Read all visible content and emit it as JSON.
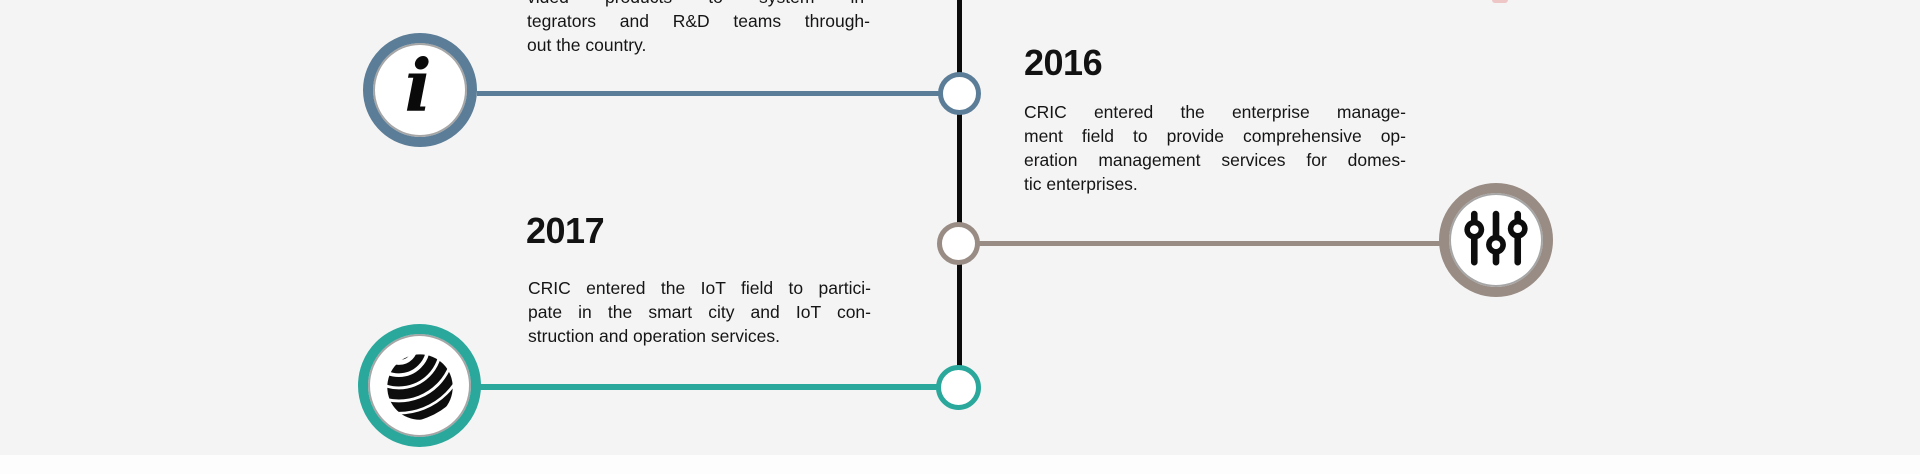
{
  "page": {
    "background": "#f5f4f4",
    "bottom_strip_color": "#fdfdfd",
    "description": "Company history timeline section with central vertical spine, circular year nodes and milestone icons"
  },
  "colors": {
    "steel": "#5b7d97",
    "taupe": "#998c84",
    "teal": "#2aa89c",
    "black": "#0b0b0b",
    "text": "#151515",
    "pink": "#eec6c5"
  },
  "timeline": {
    "top_event": {
      "side": "left",
      "paragraph_lines": [
        "vided products to system in-",
        "tegrators and R&D teams through-",
        "out the country."
      ],
      "note_first_line_clipped_at_top": true,
      "icon": "info-icon",
      "accent": "#5b7d97"
    },
    "event_2016": {
      "year": "2016",
      "side": "right",
      "paragraph_lines": [
        "CRIC entered the enterprise manage-",
        "ment field to provide comprehensive op-",
        "eration management services for domes-",
        "tic enterprises."
      ],
      "icon": "sliders-icon",
      "accent": "#998c84"
    },
    "event_2017": {
      "year": "2017",
      "side": "left",
      "paragraph_lines": [
        "CRIC entered the IoT field to partici-",
        "pate in the smart city and IoT con-",
        "struction and operation services."
      ],
      "icon": "globe-icon",
      "accent": "#2aa89c"
    }
  },
  "icons": {
    "info": "info-icon (italic serif letter i in ringed circle)",
    "globe": "globe-icon (black striped sphere in ringed circle)",
    "sliders": "sliders-icon (three vertical slider bars with knobs in ringed circle)"
  }
}
